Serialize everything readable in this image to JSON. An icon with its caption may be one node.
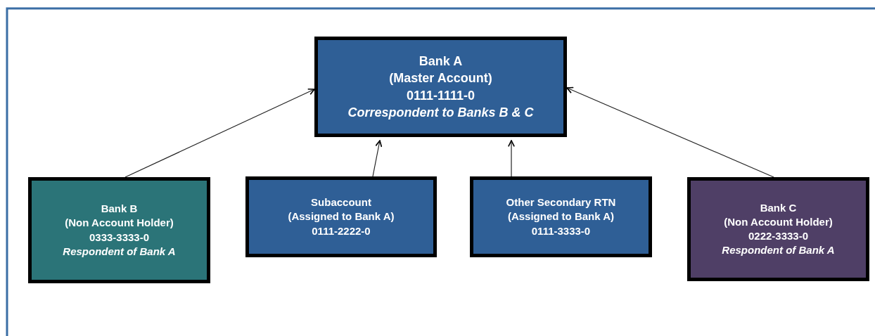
{
  "diagram": {
    "nodes": [
      {
        "text": [
          "Bank A",
          "(Master Account)",
          "0111-1111-0",
          "Correspondent to Banks B & C"
        ]
      },
      {
        "text": [
          "Bank B",
          "(Non Account Holder)",
          "0333-3333-0",
          "Respondent of Bank A"
        ]
      },
      {
        "text": [
          "Subaccount",
          "(Assigned to Bank A)",
          "0111-2222-0"
        ]
      },
      {
        "text": [
          "Other Secondary RTN",
          "(Assigned to Bank A)",
          "0111-3333-0"
        ]
      },
      {
        "text": [
          "Bank C",
          "(Non Account Holder)",
          "0222-3333-0",
          "Respondent of Bank A"
        ]
      }
    ],
    "edges": [
      {
        "from": 1,
        "to": 0,
        "arrow": "to"
      },
      {
        "from": 2,
        "to": 0,
        "arrow": "to"
      },
      {
        "from": 3,
        "to": 0,
        "arrow": "to"
      },
      {
        "from": 4,
        "to": 0,
        "arrow": "to"
      }
    ]
  }
}
